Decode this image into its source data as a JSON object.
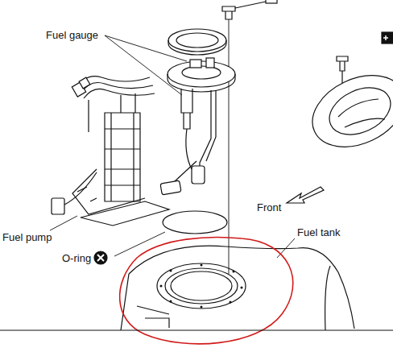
{
  "diagram": {
    "labels": [
      "Fuel gauge",
      "Fuel pump",
      "O-ring",
      "Front",
      "Fuel tank"
    ]
  }
}
